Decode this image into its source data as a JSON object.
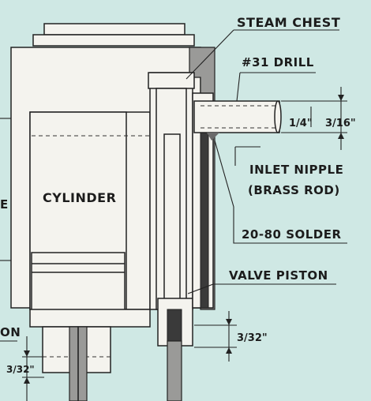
{
  "diagram": {
    "labels": {
      "steam_chest": "STEAM CHEST",
      "drill": "#31 DRILL",
      "inlet_nipple_line1": "INLET NIPPLE",
      "inlet_nipple_line2": "(BRASS ROD)",
      "solder": "20-80 SOLDER",
      "valve_piston": "VALVE PISTON",
      "cylinder": "CYLINDER",
      "left_edge_e": "E",
      "left_edge_on": "ON"
    },
    "dimensions": {
      "nipple_diameter": "1/4\"",
      "nipple_outer": "3/16\"",
      "valve_gap": "3/32\"",
      "lower_gap": "3/32\""
    },
    "colors": {
      "background": "#cfe8e4",
      "metal_white": "#f4f3ee",
      "shading": "#9a9a98",
      "line": "#222222"
    }
  }
}
